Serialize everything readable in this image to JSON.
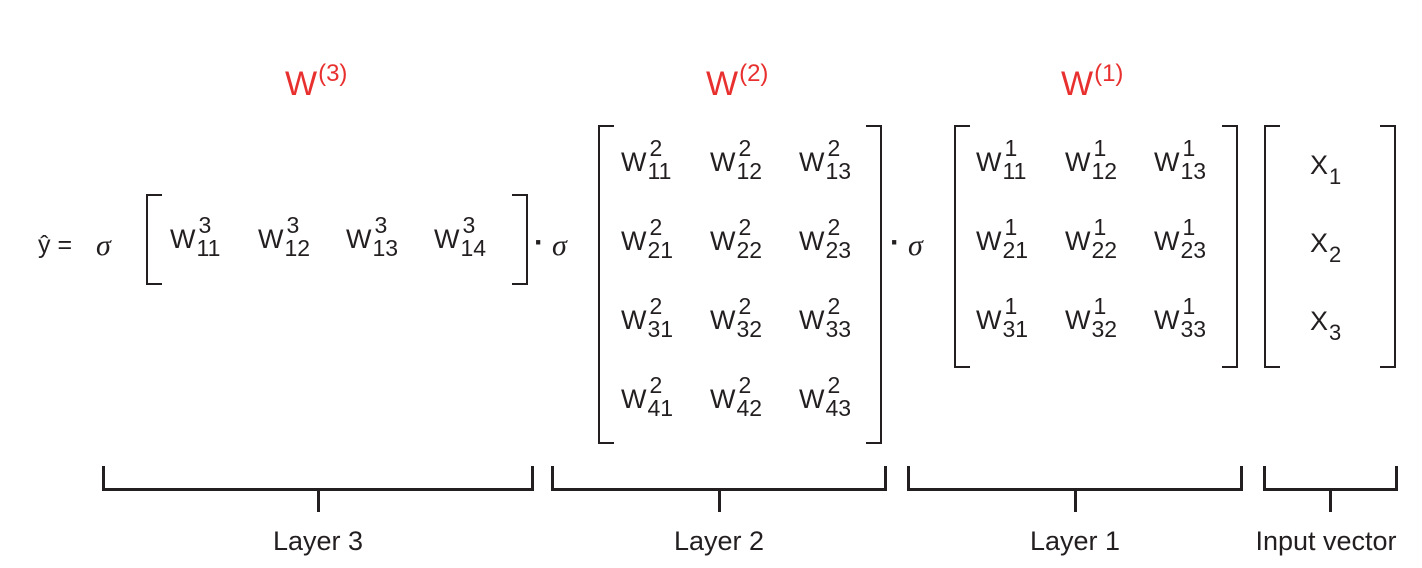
{
  "equation": {
    "lhs": "ŷ =",
    "sigma": "σ",
    "dot": "·"
  },
  "headers": {
    "w3": {
      "base": "W",
      "sup": "(3)"
    },
    "w2": {
      "base": "W",
      "sup": "(2)"
    },
    "w1": {
      "base": "W",
      "sup": "(1)"
    }
  },
  "matrix3": [
    [
      {
        "base": "W",
        "sup": "3",
        "sub": "11"
      },
      {
        "base": "W",
        "sup": "3",
        "sub": "12"
      },
      {
        "base": "W",
        "sup": "3",
        "sub": "13"
      },
      {
        "base": "W",
        "sup": "3",
        "sub": "14"
      }
    ]
  ],
  "matrix2": [
    [
      {
        "base": "W",
        "sup": "2",
        "sub": "11"
      },
      {
        "base": "W",
        "sup": "2",
        "sub": "12"
      },
      {
        "base": "W",
        "sup": "2",
        "sub": "13"
      }
    ],
    [
      {
        "base": "W",
        "sup": "2",
        "sub": "21"
      },
      {
        "base": "W",
        "sup": "2",
        "sub": "22"
      },
      {
        "base": "W",
        "sup": "2",
        "sub": "23"
      }
    ],
    [
      {
        "base": "W",
        "sup": "2",
        "sub": "31"
      },
      {
        "base": "W",
        "sup": "2",
        "sub": "32"
      },
      {
        "base": "W",
        "sup": "2",
        "sub": "33"
      }
    ],
    [
      {
        "base": "W",
        "sup": "2",
        "sub": "41"
      },
      {
        "base": "W",
        "sup": "2",
        "sub": "42"
      },
      {
        "base": "W",
        "sup": "2",
        "sub": "43"
      }
    ]
  ],
  "matrix1": [
    [
      {
        "base": "W",
        "sup": "1",
        "sub": "11"
      },
      {
        "base": "W",
        "sup": "1",
        "sub": "12"
      },
      {
        "base": "W",
        "sup": "1",
        "sub": "13"
      }
    ],
    [
      {
        "base": "W",
        "sup": "1",
        "sub": "21"
      },
      {
        "base": "W",
        "sup": "1",
        "sub": "22"
      },
      {
        "base": "W",
        "sup": "1",
        "sub": "23"
      }
    ],
    [
      {
        "base": "W",
        "sup": "1",
        "sub": "31"
      },
      {
        "base": "W",
        "sup": "1",
        "sub": "32"
      },
      {
        "base": "W",
        "sup": "1",
        "sub": "33"
      }
    ]
  ],
  "input_vector": [
    {
      "base": "X",
      "sub": "1"
    },
    {
      "base": "X",
      "sub": "2"
    },
    {
      "base": "X",
      "sub": "3"
    }
  ],
  "labels": {
    "layer3": "Layer 3",
    "layer2": "Layer 2",
    "layer1": "Layer 1",
    "input": "Input vector"
  },
  "colors": {
    "header": "#e8302f",
    "ink": "#231f20"
  }
}
